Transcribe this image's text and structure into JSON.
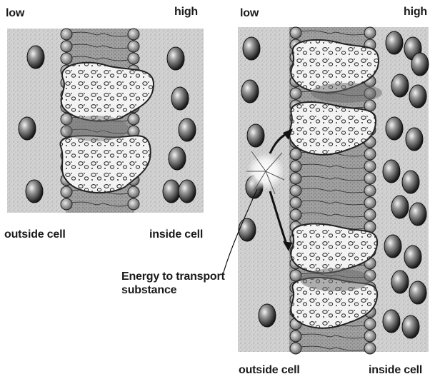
{
  "panels": [
    {
      "id": "left",
      "labels": {
        "low": "low",
        "high": "high",
        "outside": "outside cell",
        "inside": "inside cell"
      }
    },
    {
      "id": "right",
      "labels": {
        "low": "low",
        "high": "high",
        "outside": "outside cell",
        "inside": "inside cell"
      }
    }
  ],
  "callout": {
    "text": "Energy to transport substance"
  }
}
